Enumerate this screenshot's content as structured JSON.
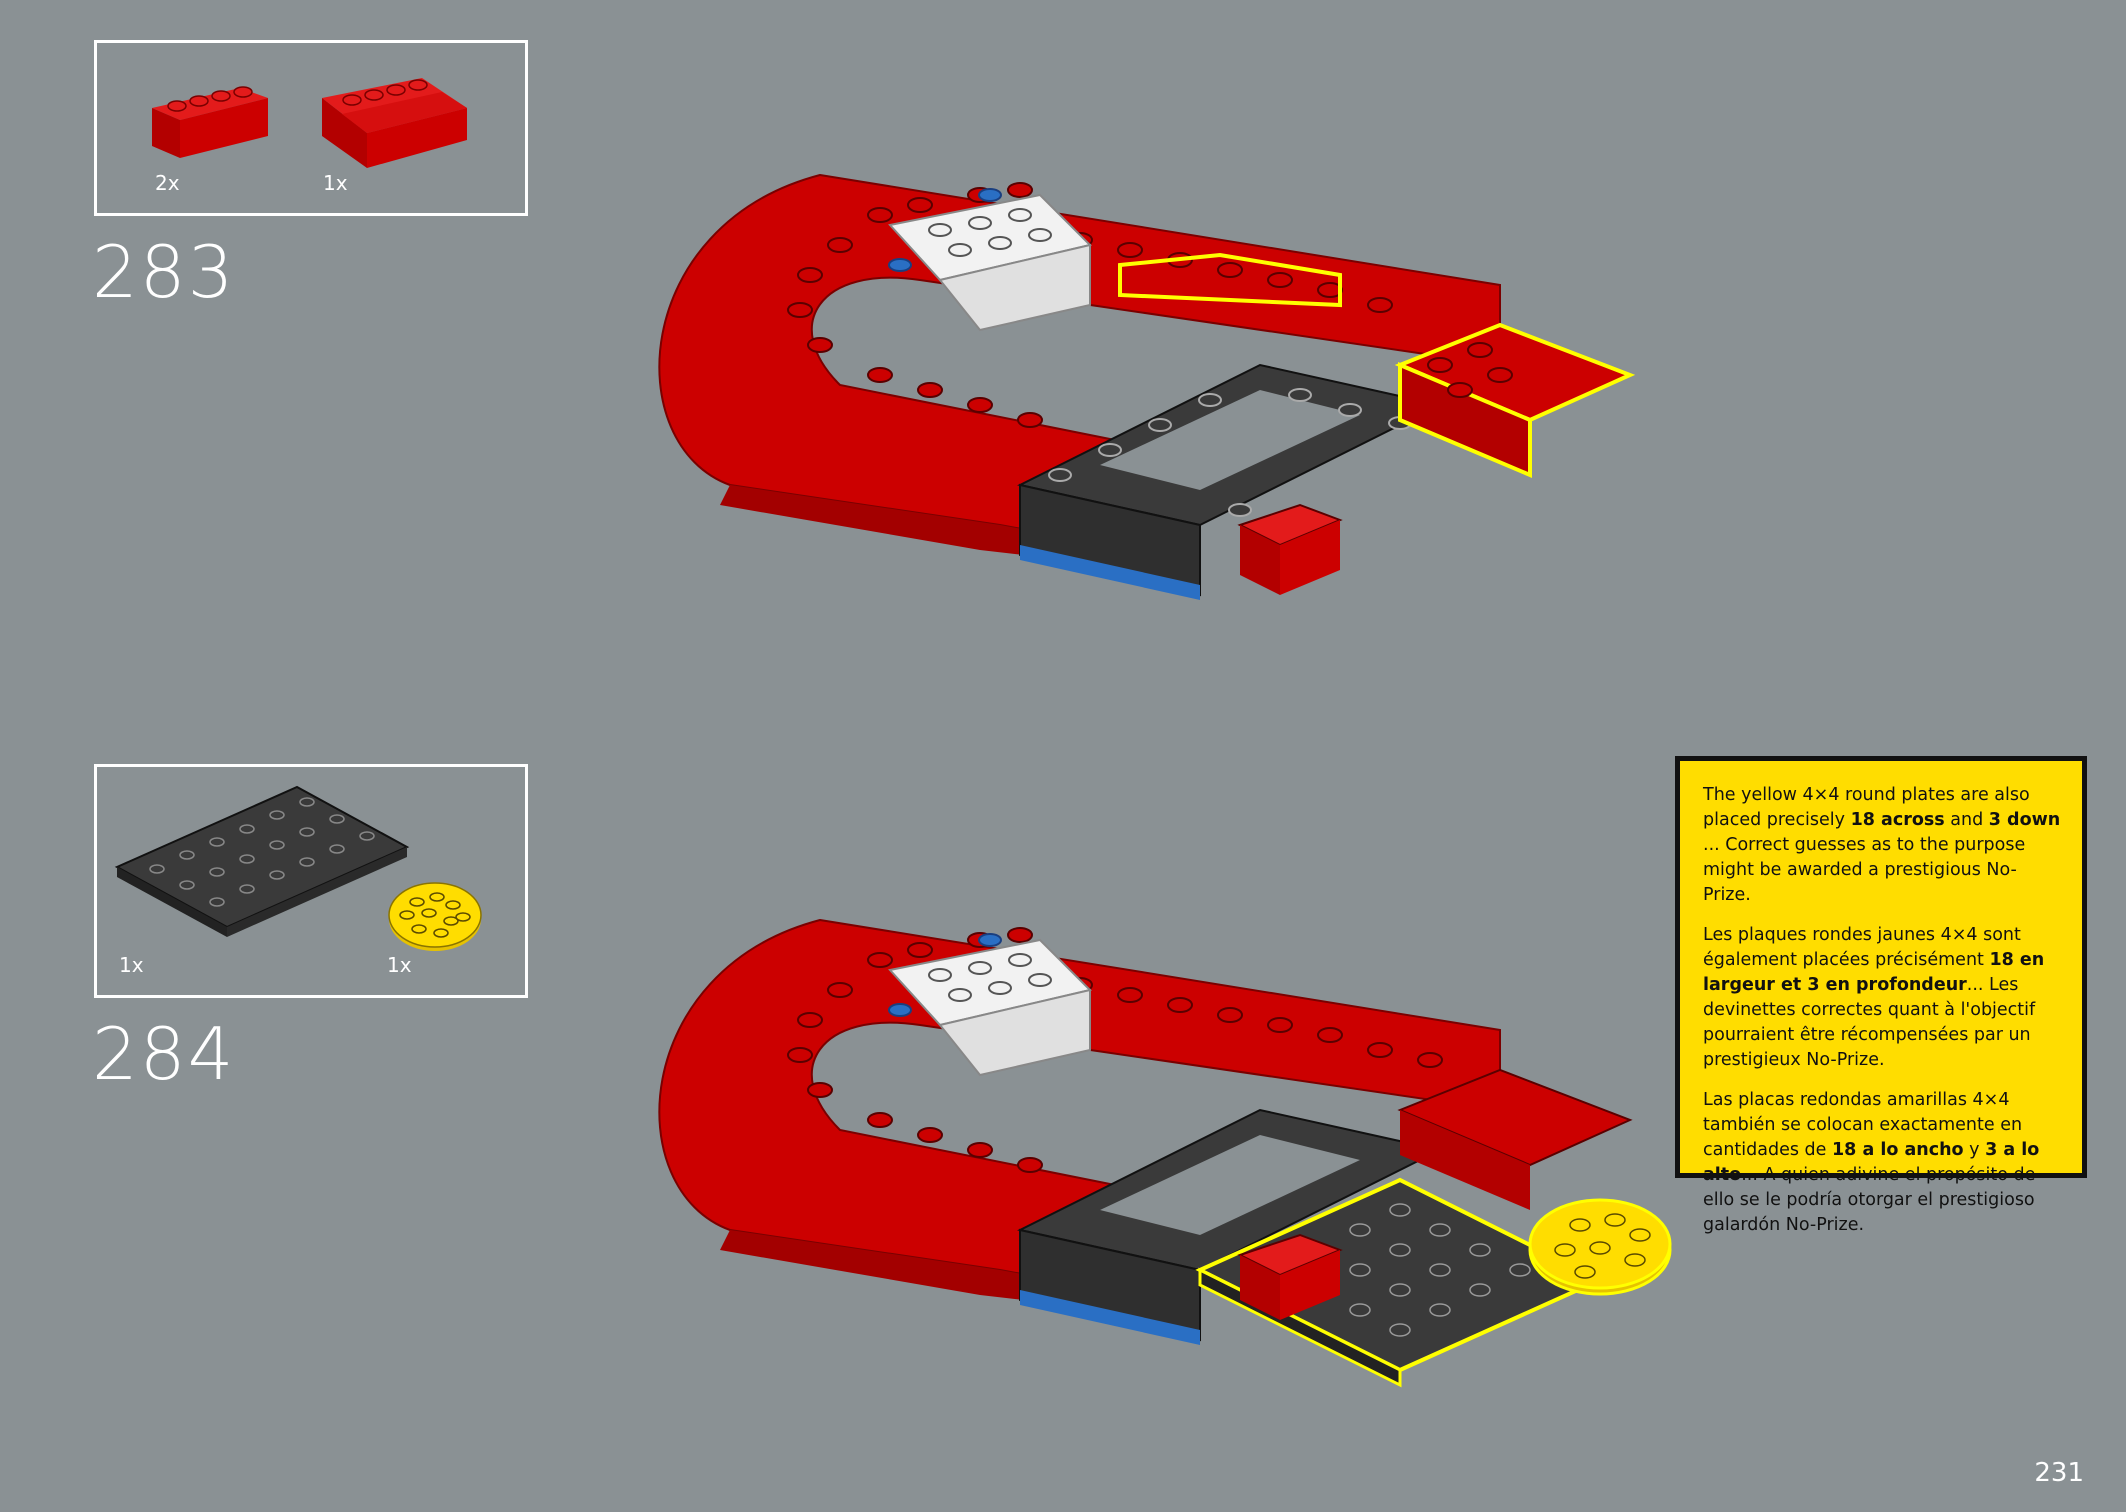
{
  "page_number": "231",
  "colors": {
    "background": "#8a9194",
    "brick_red": "#cc0000",
    "brick_dark_gray": "#3a3a3a",
    "brick_white": "#f2f2f2",
    "brick_yellow": "#ffdd00",
    "brick_blue": "#2a6fc4",
    "highlight_outline": "#ffff00"
  },
  "steps": [
    {
      "number": "283",
      "parts": [
        {
          "icon": "red-1x4-brick-icon",
          "quantity": "2x"
        },
        {
          "icon": "red-slope-brick-icon",
          "quantity": "1x"
        }
      ]
    },
    {
      "number": "284",
      "parts": [
        {
          "icon": "dark-gray-6x8-plate-icon",
          "quantity": "1x"
        },
        {
          "icon": "yellow-4x4-round-plate-icon",
          "quantity": "1x"
        }
      ]
    }
  ],
  "note": {
    "en": {
      "t1": "The yellow 4×4 round plates are also placed precisely ",
      "b1": "18 across",
      "t2": " and ",
      "b2": "3 down",
      "t3": " ... Correct guesses as to the purpose might be awarded a prestigious No-Prize."
    },
    "fr": {
      "t1": "Les plaques rondes jaunes 4×4 sont également placées précisément ",
      "b1": "18 en largeur et 3 en profondeur",
      "t2": "... Les devinettes correctes quant à l'objectif pourraient être récompensées par un prestigieux No-Prize."
    },
    "es": {
      "t1": "Las placas redondas amarillas 4×4 también se colocan exactamente en cantidades de ",
      "b1": "18 a lo ancho",
      "t2": " y ",
      "b2": "3 a lo alto",
      "t3": "... A quien adivine el propósito de ello se le podría otorgar el prestigioso galardón No-Prize."
    }
  }
}
